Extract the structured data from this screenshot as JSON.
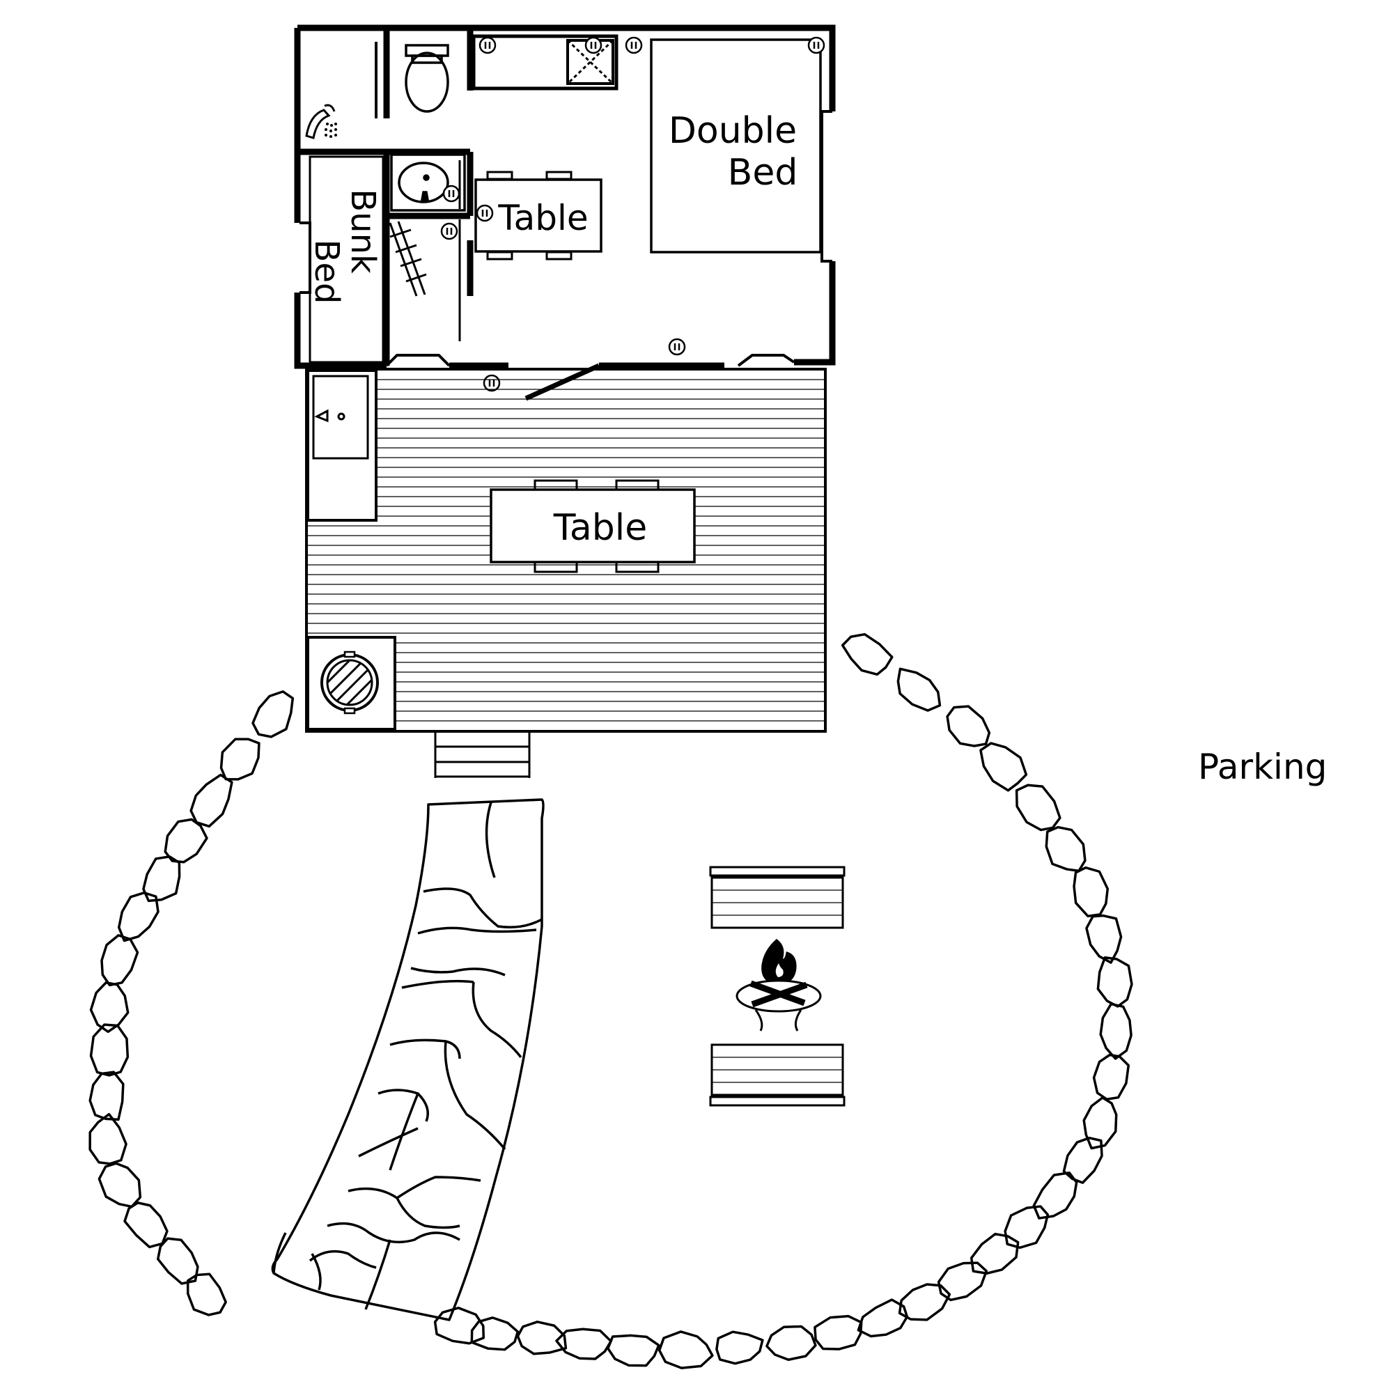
{
  "labels": {
    "double_bed": [
      "Double",
      "Bed"
    ],
    "bunk_bed": [
      "Bunk",
      "Bed"
    ],
    "inner_table": "Table",
    "deck_table": "Table",
    "parking": "Parking"
  },
  "icons": {
    "outlet": "outlet-icon",
    "shower": "shower-head-icon",
    "toilet": "toilet-icon",
    "sink": "sink-icon",
    "bbq": "bbq-grill-icon",
    "fire": "fire-pit-icon"
  },
  "colors": {
    "ink": "#000000",
    "paper": "#ffffff"
  }
}
